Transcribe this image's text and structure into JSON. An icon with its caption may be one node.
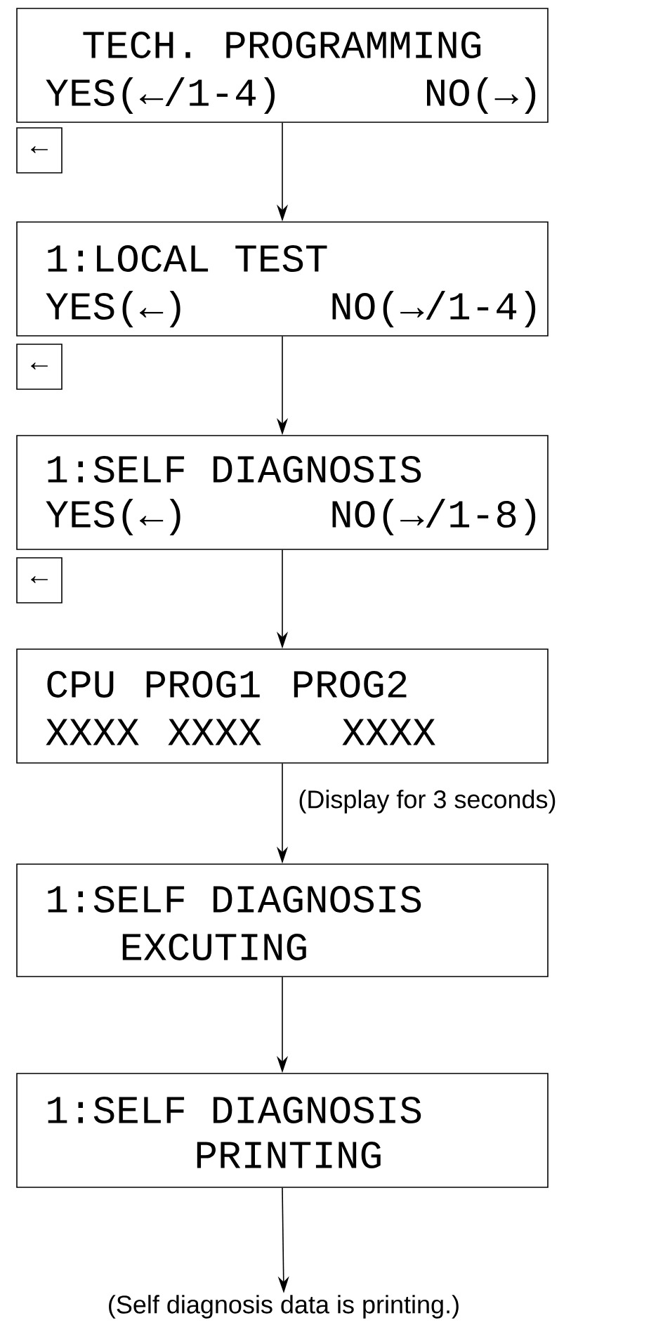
{
  "diagram": {
    "nodes": [
      {
        "text": [
          "TECH. PROGRAMMING",
          "YES(←/1-4)",
          "NO(→)"
        ]
      },
      {
        "text": [
          "←"
        ]
      },
      {
        "text": [
          "1:LOCAL TEST",
          "YES(←)",
          "NO(→/1-4)"
        ]
      },
      {
        "text": [
          "←"
        ]
      },
      {
        "text": [
          "1:SELF DIAGNOSIS",
          "YES(←)",
          "NO(→/1-8)"
        ]
      },
      {
        "text": [
          "←"
        ]
      },
      {
        "text": [
          "CPU",
          "PROG1",
          "PROG2",
          "XXXX",
          "XXXX",
          "XXXX"
        ]
      },
      {
        "text": [
          "1:SELF DIAGNOSIS",
          "EXCUTING"
        ]
      },
      {
        "text": [
          "1:SELF DIAGNOSIS",
          "PRINTING"
        ]
      },
      {
        "text": [
          "(Self diagnosis data is printing.)"
        ]
      }
    ],
    "edges": [
      {
        "from": 0,
        "to": 2,
        "arrow": "to"
      },
      {
        "from": 2,
        "to": 4,
        "arrow": "to"
      },
      {
        "from": 4,
        "to": 6,
        "arrow": "to"
      },
      {
        "from": 6,
        "to": 7,
        "arrow": "to",
        "label": "(Display for 3 seconds)"
      },
      {
        "from": 7,
        "to": 8,
        "arrow": "to"
      },
      {
        "from": 8,
        "to": 9,
        "arrow": "to"
      }
    ]
  }
}
